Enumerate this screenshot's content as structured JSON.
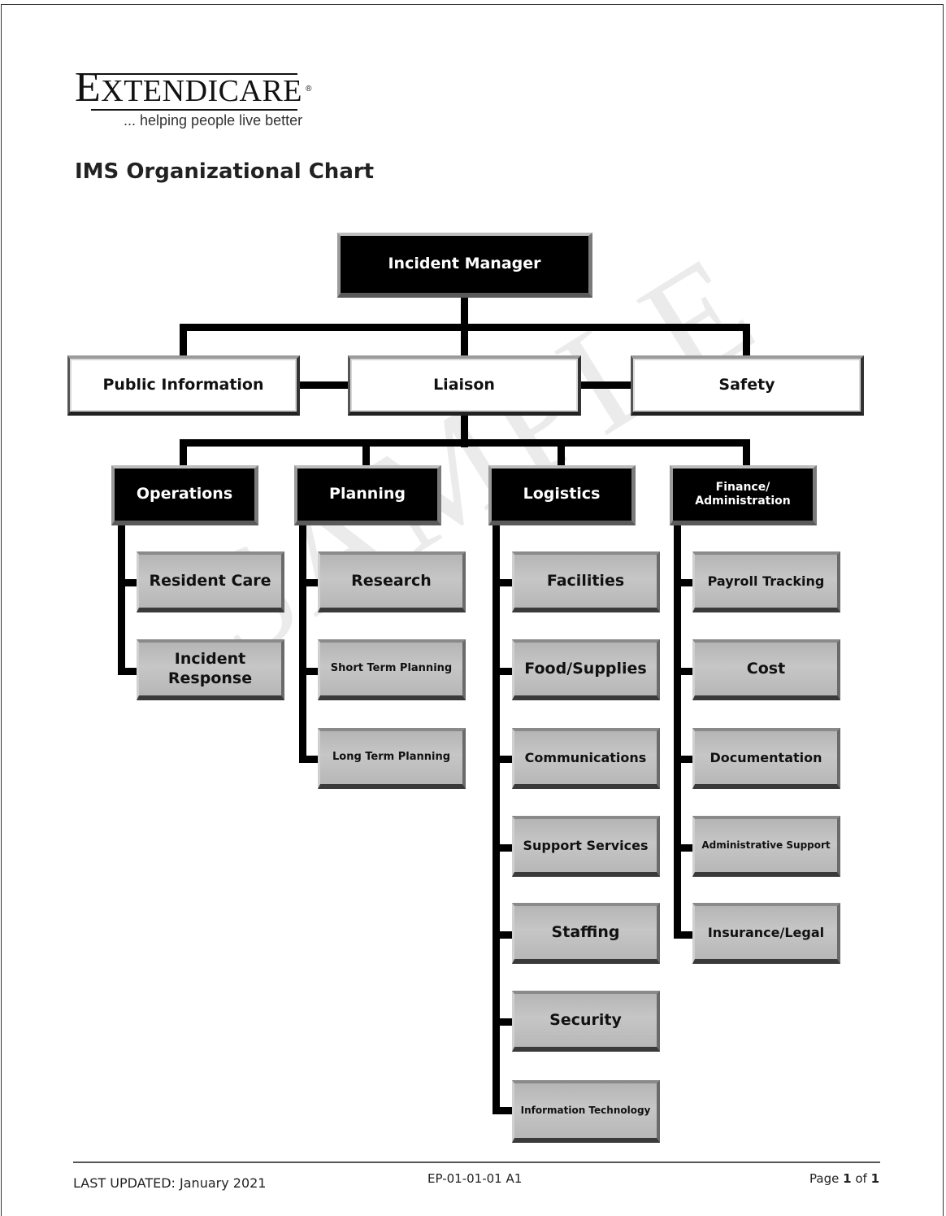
{
  "logo": {
    "first": "E",
    "rest": "XTENDICARE",
    "mark": "®",
    "tagline": "... helping people live better"
  },
  "title": "IMS Organizational Chart",
  "watermark": "SAMPLE",
  "chart": {
    "top": "Incident Manager",
    "staff": {
      "public_information": "Public Information",
      "liaison": "Liaison",
      "safety": "Safety"
    },
    "sections": [
      {
        "label": "Operations",
        "units": [
          "Resident Care",
          "Incident Response"
        ]
      },
      {
        "label": "Planning",
        "units": [
          "Research",
          "Short Term Planning",
          "Long Term Planning"
        ]
      },
      {
        "label": "Logistics",
        "units": [
          "Facilities",
          "Food/Supplies",
          "Communications",
          "Support Services",
          "Staffing",
          "Security",
          "Information Technology"
        ]
      },
      {
        "label": "Finance/\nAdministration",
        "units": [
          "Payroll Tracking",
          "Cost",
          "Documentation",
          "Administrative Support",
          "Insurance/Legal"
        ]
      }
    ]
  },
  "footer": {
    "updated": "LAST UPDATED: January 2021",
    "code": "EP-01-01-01 A1",
    "page_word": "Page",
    "page_num": "1",
    "of_word": "of",
    "page_total": "1"
  }
}
